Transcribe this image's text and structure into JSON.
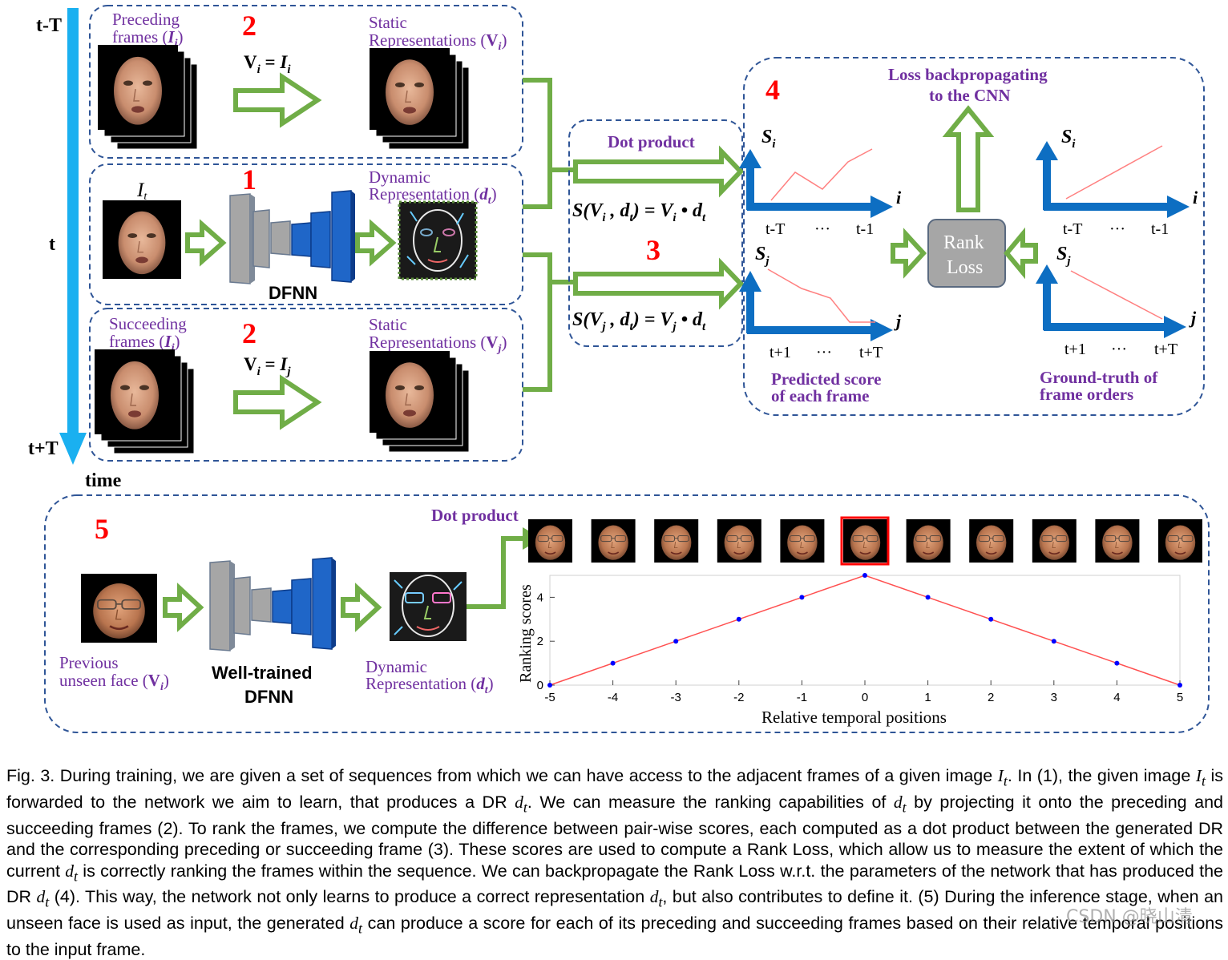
{
  "timeline": {
    "start_label": "t-T",
    "mid_label": "t",
    "end_label": "t+T",
    "axis_label": "time"
  },
  "box_preceding": {
    "frames_label_line1": "Preceding",
    "frames_label_line2": "frames (",
    "frames_label_sym": "I",
    "frames_label_sub": "i",
    "frames_label_close": ")",
    "step_number": "2",
    "eq_lhs": "V",
    "eq_lhs_sub": "i",
    "eq_mid": " = ",
    "eq_rhs": "I",
    "eq_rhs_sub": "i",
    "output_line1": "Static",
    "output_line2": "Representations (",
    "output_sym": "V",
    "output_sub": "i",
    "output_close": ")"
  },
  "box_current": {
    "input_sym": "I",
    "input_sub": "t",
    "step_number": "1",
    "network_label": "DFNN",
    "output_line1": "Dynamic",
    "output_line2": "Representation (",
    "output_sym": "d",
    "output_sub": "t",
    "output_close": ")"
  },
  "box_succeeding": {
    "frames_label_line1": "Succeeding",
    "frames_label_line2": "frames (",
    "frames_label_sym": "I",
    "frames_label_sub": "j",
    "frames_label_close": ")",
    "step_number": "2",
    "eq_lhs": "V",
    "eq_lhs_sub": "i",
    "eq_mid": " = ",
    "eq_rhs": "I",
    "eq_rhs_sub": "j",
    "output_line1": "Static",
    "output_line2": "Representations (",
    "output_sym": "V",
    "output_sub": "j",
    "output_close": ")"
  },
  "box_dot": {
    "title": "Dot product",
    "step_number": "3",
    "eq1": "S(V",
    "eq1_sub": "i",
    "eq1_b": " , d",
    "eq1_sub2": "t",
    "eq1_c": ") = V",
    "eq1_sub3": "i",
    "eq1_d": " • d",
    "eq1_sub4": "t",
    "eq2": "S(V",
    "eq2_sub": "j",
    "eq2_b": " , d",
    "eq2_sub2": "t",
    "eq2_c": ") = V",
    "eq2_sub3": "j",
    "eq2_d": " • d",
    "eq2_sub4": "t"
  },
  "box_loss": {
    "step_number": "4",
    "backprop_line1": "Loss backpropagating",
    "backprop_line2": "to the CNN",
    "rank_line1": "Rank",
    "rank_line2": "Loss",
    "pred_top_y": "S",
    "pred_top_y_sub": "i",
    "pred_top_x": "i",
    "pred_top_ticks": [
      "t-T",
      "···",
      "t-1"
    ],
    "pred_bot_y": "S",
    "pred_bot_y_sub": "j",
    "pred_bot_x": "j",
    "pred_bot_ticks": [
      "t+1",
      "···",
      "t+T"
    ],
    "gt_top_y": "S",
    "gt_top_y_sub": "i",
    "gt_top_x": "i",
    "gt_top_ticks": [
      "t-T",
      "···",
      "t-1"
    ],
    "gt_bot_y": "S",
    "gt_bot_y_sub": "j",
    "gt_bot_x": "j",
    "gt_bot_ticks": [
      "t+1",
      "···",
      "t+T"
    ],
    "pred_caption_line1": "Predicted score",
    "pred_caption_line2": "of each frame",
    "gt_caption_line1": "Ground-truth of",
    "gt_caption_line2": "frame orders"
  },
  "box_inference": {
    "step_number": "5",
    "input_line1": "Previous",
    "input_line2": "unseen face (",
    "input_sym": "V",
    "input_sub": "i",
    "input_close": ")",
    "network_line1": "Well-trained",
    "network_line2": "DFNN",
    "output_line1": "Dynamic",
    "output_line2": "Representation (",
    "output_sym": "d",
    "output_sub": "t",
    "output_close": ")",
    "dot_title": "Dot product",
    "highlighted_frame_index": 5,
    "frame_count": 11
  },
  "chart_data": {
    "type": "line",
    "xlabel": "Relative temporal positions",
    "ylabel": "Ranking scores",
    "x": [
      -5,
      -4,
      -3,
      -2,
      -1,
      0,
      1,
      2,
      3,
      4,
      5
    ],
    "series": [
      {
        "values": [
          0,
          1,
          2,
          3,
          4,
          5,
          4,
          3,
          2,
          1,
          0
        ]
      }
    ],
    "xlim": [
      -5,
      5
    ],
    "ylim": [
      0,
      5
    ],
    "xticks": [
      -5,
      -4,
      -3,
      -2,
      -1,
      0,
      1,
      2,
      3,
      4,
      5
    ],
    "yticks": [
      0,
      2,
      4
    ],
    "line_color": "#ff5050",
    "marker_color": "#0000ff",
    "grid": false
  },
  "colors": {
    "timeline": "#1ab0f0",
    "arrow_green": "#70ad47",
    "axis_blue": "#0d6ec2",
    "box_dash": "#2f5597",
    "label_purple": "#7030a0",
    "step_red": "#ff0000",
    "rank_box": "#a6a6a6"
  },
  "caption": {
    "p1": "Fig. 3. During training, we are given a set of sequences from which we can have access to the adjacent frames of a given image ",
    "m1": "I",
    "m1s": "t",
    "p2": ". In (1), the given image ",
    "m2": "I",
    "m2s": "t",
    "p3": " is forwarded to the network we aim to learn, that produces a DR ",
    "m3": "d",
    "m3s": "t",
    "p4": ". We can measure the ranking capabilities of ",
    "m4": "d",
    "m4s": "t",
    "p5": " by projecting it onto the preceding and succeeding frames (2). To rank the frames, we compute the difference between pair-wise scores, each computed as a dot product between the generated DR and the corresponding preceding or succeeding frame (3). These scores are used to compute a Rank Loss, which allow us to measure the extent of which the current ",
    "m5": "d",
    "m5s": "t",
    "p6": " is correctly ranking the frames within the sequence. We can backpropagate the Rank Loss w.r.t. the parameters of the network that has produced the DR ",
    "m6": "d",
    "m6s": "t",
    "p7": " (4). This way, the network not only learns to produce a correct representation ",
    "m7": "d",
    "m7s": "t",
    "p8": ", but also contributes to define it. (5) During the inference stage, when an unseen face is used as input, the generated ",
    "m8": "d",
    "m8s": "t",
    "p9": " can produce a score for each of its preceding and succeeding frames based on their relative temporal positions to the input frame."
  },
  "watermark": "CSDN @晓山清"
}
